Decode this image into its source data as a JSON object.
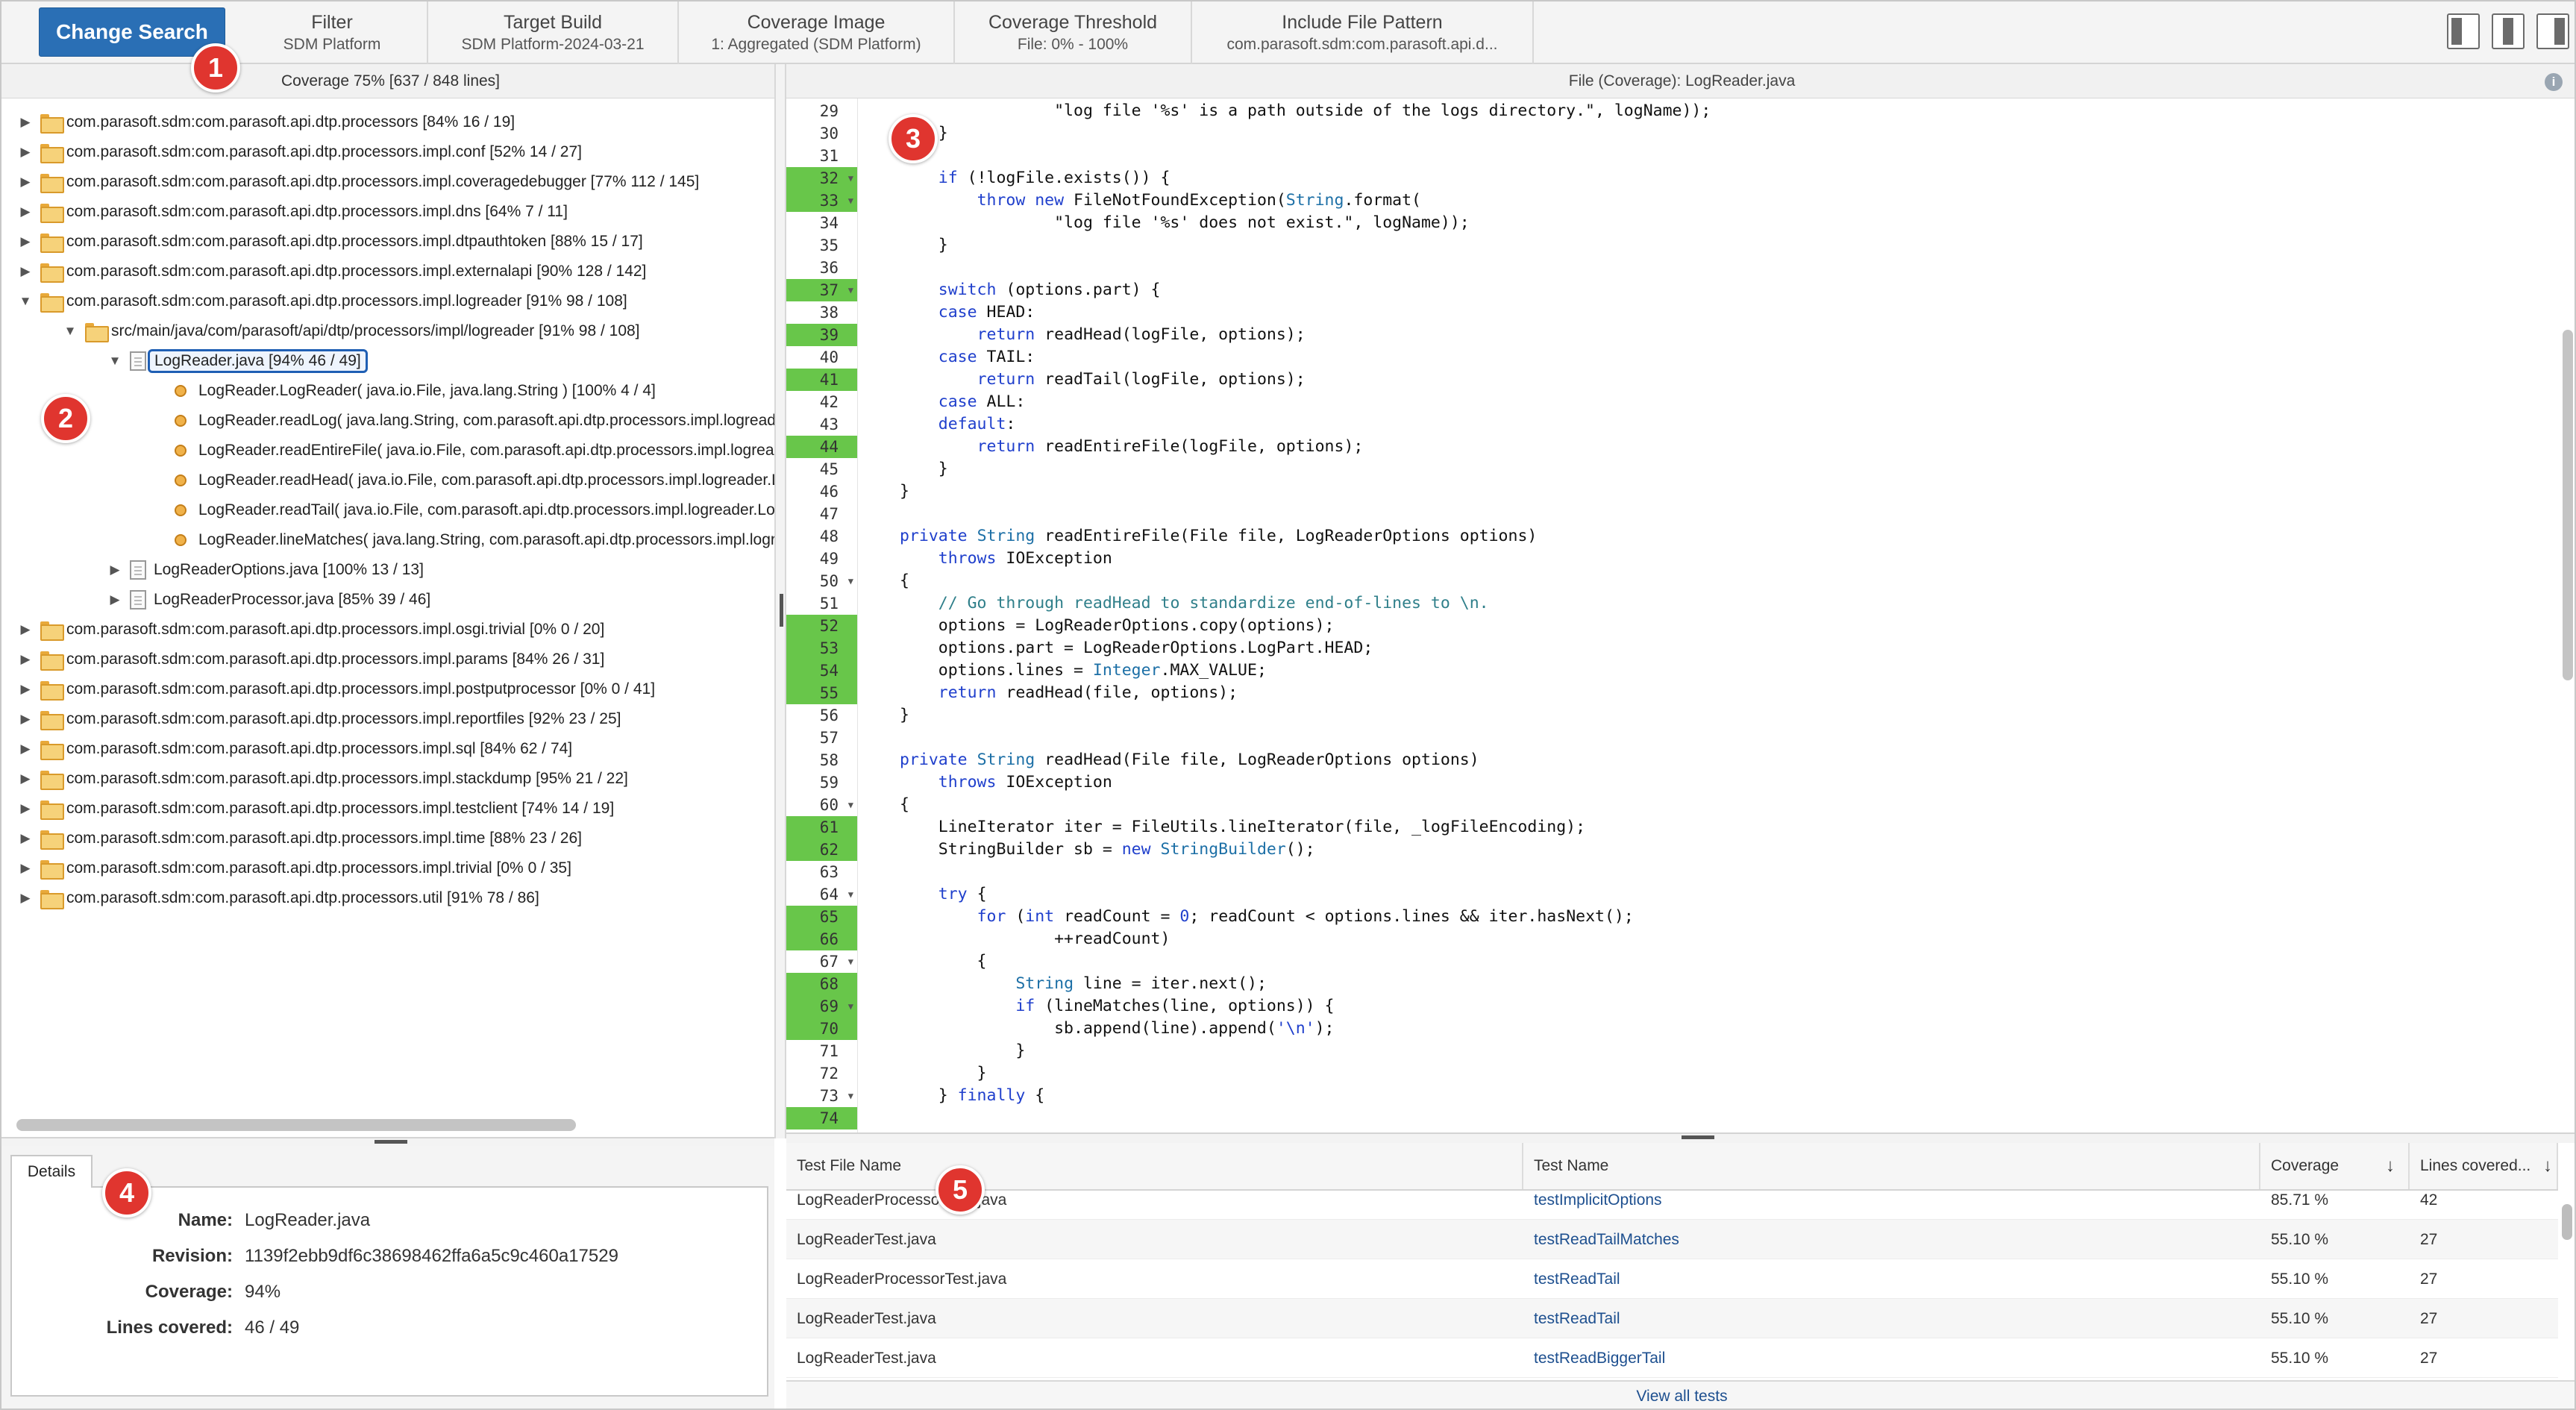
{
  "header": {
    "change_search": "Change Search",
    "items": [
      {
        "title": "Filter",
        "value": "SDM Platform"
      },
      {
        "title": "Target Build",
        "value": "SDM Platform-2024-03-21"
      },
      {
        "title": "Coverage Image",
        "value": "1: Aggregated (SDM Platform)"
      },
      {
        "title": "Coverage Threshold",
        "value": "File: 0% - 100%"
      },
      {
        "title": "Include File Pattern",
        "value": "com.parasoft.sdm:com.parasoft.api.d..."
      }
    ],
    "layout_icons": [
      "layout-left-panel-icon",
      "layout-center-panel-icon",
      "layout-right-panel-icon"
    ]
  },
  "badges": [
    "1",
    "2",
    "3",
    "4",
    "5"
  ],
  "tree": {
    "coverage_title": "Coverage 75% [637 / 848 lines]",
    "nodes": [
      {
        "label": "com.parasoft.sdm:com.parasoft.api.dtp.processors [84% 16 / 19]",
        "type": "folder",
        "expanded": false
      },
      {
        "label": "com.parasoft.sdm:com.parasoft.api.dtp.processors.impl.conf [52% 14 / 27]",
        "type": "folder",
        "expanded": false
      },
      {
        "label": "com.parasoft.sdm:com.parasoft.api.dtp.processors.impl.coveragedebugger [77% 112 / 145]",
        "type": "folder",
        "expanded": false
      },
      {
        "label": "com.parasoft.sdm:com.parasoft.api.dtp.processors.impl.dns [64% 7 / 11]",
        "type": "folder",
        "expanded": false
      },
      {
        "label": "com.parasoft.sdm:com.parasoft.api.dtp.processors.impl.dtpauthtoken [88% 15 / 17]",
        "type": "folder",
        "expanded": false
      },
      {
        "label": "com.parasoft.sdm:com.parasoft.api.dtp.processors.impl.externalapi [90% 128 / 142]",
        "type": "folder",
        "expanded": false
      },
      {
        "label": "com.parasoft.sdm:com.parasoft.api.dtp.processors.impl.logreader [91% 98 / 108]",
        "type": "folder",
        "expanded": true
      },
      {
        "label": "src/main/java/com/parasoft/api/dtp/processors/impl/logreader [91% 98 / 108]",
        "type": "folder",
        "expanded": true
      },
      {
        "label": "LogReader.java [94% 46 / 49]",
        "type": "file",
        "expanded": true
      },
      {
        "label": "LogReader.LogReader( java.io.File, java.lang.String ) [100% 4 / 4]",
        "type": "method"
      },
      {
        "label": "LogReader.readLog( java.lang.String, com.parasoft.api.dtp.processors.impl.logreader.LogReaderOptions )",
        "type": "method"
      },
      {
        "label": "LogReader.readEntireFile( java.io.File, com.parasoft.api.dtp.processors.impl.logreader.LogReaderOptions )",
        "type": "method"
      },
      {
        "label": "LogReader.readHead( java.io.File, com.parasoft.api.dtp.processors.impl.logreader.LogReaderOptions )",
        "type": "method"
      },
      {
        "label": "LogReader.readTail( java.io.File, com.parasoft.api.dtp.processors.impl.logreader.LogReaderOptions )",
        "type": "method"
      },
      {
        "label": "LogReader.lineMatches( java.lang.String, com.parasoft.api.dtp.processors.impl.logreader.LogReaderOptions )",
        "type": "method"
      },
      {
        "label": "LogReaderOptions.java [100% 13 / 13]",
        "type": "file",
        "expanded": false
      },
      {
        "label": "LogReaderProcessor.java [85% 39 / 46]",
        "type": "file",
        "expanded": false
      },
      {
        "label": "com.parasoft.sdm:com.parasoft.api.dtp.processors.impl.osgi.trivial [0% 0 / 20]",
        "type": "folder",
        "expanded": false
      },
      {
        "label": "com.parasoft.sdm:com.parasoft.api.dtp.processors.impl.params [84% 26 / 31]",
        "type": "folder",
        "expanded": false
      },
      {
        "label": "com.parasoft.sdm:com.parasoft.api.dtp.processors.impl.postputprocessor [0% 0 / 41]",
        "type": "folder",
        "expanded": false
      },
      {
        "label": "com.parasoft.sdm:com.parasoft.api.dtp.processors.impl.reportfiles [92% 23 / 25]",
        "type": "folder",
        "expanded": false
      },
      {
        "label": "com.parasoft.sdm:com.parasoft.api.dtp.processors.impl.sql [84% 62 / 74]",
        "type": "folder",
        "expanded": false
      },
      {
        "label": "com.parasoft.sdm:com.parasoft.api.dtp.processors.impl.stackdump [95% 21 / 22]",
        "type": "folder",
        "expanded": false
      },
      {
        "label": "com.parasoft.sdm:com.parasoft.api.dtp.processors.impl.testclient [74% 14 / 19]",
        "type": "folder",
        "expanded": false
      },
      {
        "label": "com.parasoft.sdm:com.parasoft.api.dtp.processors.impl.time [88% 23 / 26]",
        "type": "folder",
        "expanded": false
      },
      {
        "label": "com.parasoft.sdm:com.parasoft.api.dtp.processors.impl.trivial [0% 0 / 35]",
        "type": "folder",
        "expanded": false
      },
      {
        "label": "com.parasoft.sdm:com.parasoft.api.dtp.processors.util [91% 78 / 86]",
        "type": "folder",
        "expanded": false
      }
    ]
  },
  "details": {
    "tab": "Details",
    "rows": [
      {
        "label": "Name:",
        "value": "LogReader.java"
      },
      {
        "label": "Revision:",
        "value": "1139f2ebb9df6c38698462ffa6a5c9c460a17529"
      },
      {
        "label": "Coverage:",
        "value": "94%"
      },
      {
        "label": "Lines covered:",
        "value": "46 / 49"
      }
    ]
  },
  "code": {
    "title": "File (Coverage): LogReader.java",
    "info_icon": "i",
    "lines": [
      {
        "n": "29",
        "cov": false,
        "fold": false,
        "segs": [
          [
            "",
            "                \"log file '%s' is a path outside of the logs directory.\", logName));"
          ]
        ]
      },
      {
        "n": "30",
        "cov": false,
        "fold": false,
        "segs": [
          [
            "",
            "    }"
          ]
        ]
      },
      {
        "n": "31",
        "cov": false,
        "fold": false,
        "segs": [
          [
            "",
            ""
          ]
        ]
      },
      {
        "n": "32",
        "cov": true,
        "fold": true,
        "segs": [
          [
            "",
            "    "
          ],
          [
            "kw",
            "if"
          ],
          [
            "",
            " (!logFile.exists()) {"
          ]
        ]
      },
      {
        "n": "33",
        "cov": true,
        "fold": true,
        "segs": [
          [
            "",
            "        "
          ],
          [
            "kw",
            "throw new"
          ],
          [
            "",
            " FileNotFoundException("
          ],
          [
            "ty",
            "String"
          ],
          [
            "",
            ".format("
          ]
        ]
      },
      {
        "n": "34",
        "cov": false,
        "fold": false,
        "segs": [
          [
            "",
            "                \"log file '%s' does not exist.\", logName));"
          ]
        ]
      },
      {
        "n": "35",
        "cov": false,
        "fold": false,
        "segs": [
          [
            "",
            "    }"
          ]
        ]
      },
      {
        "n": "36",
        "cov": false,
        "fold": false,
        "segs": [
          [
            "",
            ""
          ]
        ]
      },
      {
        "n": "37",
        "cov": true,
        "fold": true,
        "segs": [
          [
            "",
            "    "
          ],
          [
            "kw",
            "switch"
          ],
          [
            "",
            " (options.part) {"
          ]
        ]
      },
      {
        "n": "38",
        "cov": false,
        "fold": false,
        "segs": [
          [
            "",
            "    "
          ],
          [
            "kw",
            "case"
          ],
          [
            "",
            " HEAD:"
          ]
        ]
      },
      {
        "n": "39",
        "cov": true,
        "fold": false,
        "segs": [
          [
            "",
            "        "
          ],
          [
            "kw",
            "return"
          ],
          [
            "",
            " readHead(logFile, options);"
          ]
        ]
      },
      {
        "n": "40",
        "cov": false,
        "fold": false,
        "segs": [
          [
            "",
            "    "
          ],
          [
            "kw",
            "case"
          ],
          [
            "",
            " TAIL:"
          ]
        ]
      },
      {
        "n": "41",
        "cov": true,
        "fold": false,
        "segs": [
          [
            "",
            "        "
          ],
          [
            "kw",
            "return"
          ],
          [
            "",
            " readTail(logFile, options);"
          ]
        ]
      },
      {
        "n": "42",
        "cov": false,
        "fold": false,
        "segs": [
          [
            "",
            "    "
          ],
          [
            "kw",
            "case"
          ],
          [
            "",
            " ALL:"
          ]
        ]
      },
      {
        "n": "43",
        "cov": false,
        "fold": false,
        "segs": [
          [
            "",
            "    "
          ],
          [
            "kw",
            "default"
          ],
          [
            "",
            ":"
          ]
        ]
      },
      {
        "n": "44",
        "cov": true,
        "fold": false,
        "segs": [
          [
            "",
            "        "
          ],
          [
            "kw",
            "return"
          ],
          [
            "",
            " readEntireFile(logFile, options);"
          ]
        ]
      },
      {
        "n": "45",
        "cov": false,
        "fold": false,
        "segs": [
          [
            "",
            "    }"
          ]
        ]
      },
      {
        "n": "46",
        "cov": false,
        "fold": false,
        "segs": [
          [
            "",
            "}"
          ]
        ]
      },
      {
        "n": "47",
        "cov": false,
        "fold": false,
        "segs": [
          [
            "",
            ""
          ]
        ]
      },
      {
        "n": "48",
        "cov": false,
        "fold": false,
        "segs": [
          [
            "kw",
            "private"
          ],
          [
            "",
            " "
          ],
          [
            "ty",
            "String"
          ],
          [
            "",
            " readEntireFile(File file, LogReaderOptions options)"
          ]
        ]
      },
      {
        "n": "49",
        "cov": false,
        "fold": false,
        "segs": [
          [
            "",
            "    "
          ],
          [
            "kw",
            "throws"
          ],
          [
            "",
            " IOException"
          ]
        ]
      },
      {
        "n": "50",
        "cov": false,
        "fold": true,
        "segs": [
          [
            "",
            "{"
          ]
        ]
      },
      {
        "n": "51",
        "cov": false,
        "fold": false,
        "segs": [
          [
            "",
            "    "
          ],
          [
            "cm",
            "// Go through readHead to standardize end-of-lines to \\n."
          ]
        ]
      },
      {
        "n": "52",
        "cov": true,
        "fold": false,
        "segs": [
          [
            "",
            "    options = LogReaderOptions.copy(options);"
          ]
        ]
      },
      {
        "n": "53",
        "cov": true,
        "fold": false,
        "segs": [
          [
            "",
            "    options.part = LogReaderOptions.LogPart.HEAD;"
          ]
        ]
      },
      {
        "n": "54",
        "cov": true,
        "fold": false,
        "segs": [
          [
            "",
            "    options.lines = "
          ],
          [
            "ty",
            "Integer"
          ],
          [
            "",
            ".MAX_VALUE;"
          ]
        ]
      },
      {
        "n": "55",
        "cov": true,
        "fold": false,
        "segs": [
          [
            "",
            "    "
          ],
          [
            "kw",
            "return"
          ],
          [
            "",
            " readHead(file, options);"
          ]
        ]
      },
      {
        "n": "56",
        "cov": false,
        "fold": false,
        "segs": [
          [
            "",
            "}"
          ]
        ]
      },
      {
        "n": "57",
        "cov": false,
        "fold": false,
        "segs": [
          [
            "",
            ""
          ]
        ]
      },
      {
        "n": "58",
        "cov": false,
        "fold": false,
        "segs": [
          [
            "kw",
            "private"
          ],
          [
            "",
            " "
          ],
          [
            "ty",
            "String"
          ],
          [
            "",
            " readHead(File file, LogReaderOptions options)"
          ]
        ]
      },
      {
        "n": "59",
        "cov": false,
        "fold": false,
        "segs": [
          [
            "",
            "    "
          ],
          [
            "kw",
            "throws"
          ],
          [
            "",
            " IOException"
          ]
        ]
      },
      {
        "n": "60",
        "cov": false,
        "fold": true,
        "segs": [
          [
            "",
            "{"
          ]
        ]
      },
      {
        "n": "61",
        "cov": true,
        "fold": false,
        "segs": [
          [
            "",
            "    LineIterator iter = FileUtils.lineIterator(file, _logFileEncoding);"
          ]
        ]
      },
      {
        "n": "62",
        "cov": true,
        "fold": false,
        "segs": [
          [
            "",
            "    StringBuilder sb = "
          ],
          [
            "kw",
            "new"
          ],
          [
            "",
            " "
          ],
          [
            "ty",
            "StringBuilder"
          ],
          [
            "",
            "();"
          ]
        ]
      },
      {
        "n": "63",
        "cov": false,
        "fold": false,
        "segs": [
          [
            "",
            ""
          ]
        ]
      },
      {
        "n": "64",
        "cov": false,
        "fold": true,
        "segs": [
          [
            "",
            "    "
          ],
          [
            "kw",
            "try"
          ],
          [
            "",
            " {"
          ]
        ]
      },
      {
        "n": "65",
        "cov": true,
        "fold": false,
        "segs": [
          [
            "",
            "        "
          ],
          [
            "kw",
            "for"
          ],
          [
            "",
            " ("
          ],
          [
            "kw",
            "int"
          ],
          [
            "",
            " readCount = "
          ],
          [
            "st",
            "0"
          ],
          [
            "",
            "; readCount < options.lines && iter.hasNext();"
          ]
        ]
      },
      {
        "n": "66",
        "cov": true,
        "fold": false,
        "segs": [
          [
            "",
            "                ++readCount)"
          ]
        ]
      },
      {
        "n": "67",
        "cov": false,
        "fold": true,
        "segs": [
          [
            "",
            "        {"
          ]
        ]
      },
      {
        "n": "68",
        "cov": true,
        "fold": false,
        "segs": [
          [
            "",
            "            "
          ],
          [
            "ty",
            "String"
          ],
          [
            "",
            " line = iter.next();"
          ]
        ]
      },
      {
        "n": "69",
        "cov": true,
        "fold": true,
        "segs": [
          [
            "",
            "            "
          ],
          [
            "kw",
            "if"
          ],
          [
            "",
            " (lineMatches(line, options)) {"
          ]
        ]
      },
      {
        "n": "70",
        "cov": true,
        "fold": false,
        "segs": [
          [
            "",
            "                sb.append(line).append("
          ],
          [
            "st",
            "'\\n'"
          ],
          [
            "",
            ");"
          ]
        ]
      },
      {
        "n": "71",
        "cov": false,
        "fold": false,
        "segs": [
          [
            "",
            "            }"
          ]
        ]
      },
      {
        "n": "72",
        "cov": false,
        "fold": false,
        "segs": [
          [
            "",
            "        }"
          ]
        ]
      },
      {
        "n": "73",
        "cov": false,
        "fold": true,
        "segs": [
          [
            "",
            "    } "
          ],
          [
            "kw",
            "finally"
          ],
          [
            "",
            " {"
          ]
        ]
      },
      {
        "n": "74",
        "cov": true,
        "fold": false,
        "segs": [
          [
            "",
            ""
          ]
        ]
      }
    ]
  },
  "tests": {
    "columns": [
      "Test File Name",
      "Test Name",
      "Coverage",
      "Lines covered..."
    ],
    "rows": [
      [
        "LogReaderProcessorTest.java",
        "testImplicitOptions",
        "85.71 %",
        "42"
      ],
      [
        "LogReaderTest.java",
        "testReadTailMatches",
        "55.10 %",
        "27"
      ],
      [
        "LogReaderProcessorTest.java",
        "testReadTail",
        "55.10 %",
        "27"
      ],
      [
        "LogReaderTest.java",
        "testReadTail",
        "55.10 %",
        "27"
      ],
      [
        "LogReaderTest.java",
        "testReadBiggerTail",
        "55.10 %",
        "27"
      ]
    ],
    "view_all": "View all tests"
  }
}
